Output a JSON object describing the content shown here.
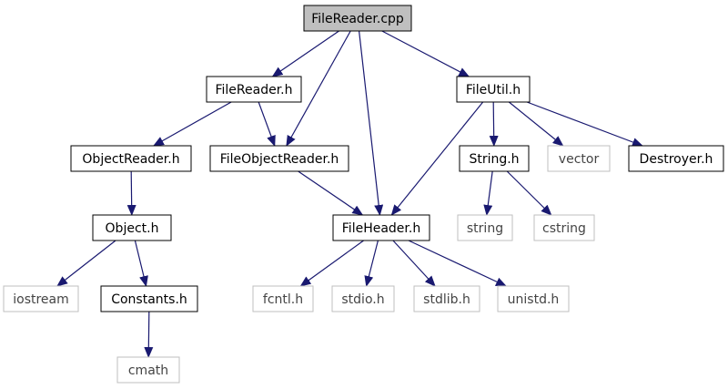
{
  "colors": {
    "edge": "#191970",
    "root_fill": "#bfbfbf",
    "local_border": "#000000",
    "system_border": "#bfbfbf",
    "node_fill": "#ffffff"
  },
  "nodes": [
    {
      "id": "filereader_cpp",
      "label": "FileReader.cpp",
      "kind": "root"
    },
    {
      "id": "filereader_h",
      "label": "FileReader.h",
      "kind": "local"
    },
    {
      "id": "fileutil_h",
      "label": "FileUtil.h",
      "kind": "local"
    },
    {
      "id": "objectreader_h",
      "label": "ObjectReader.h",
      "kind": "local"
    },
    {
      "id": "fileobjectreader_h",
      "label": "FileObjectReader.h",
      "kind": "local"
    },
    {
      "id": "string_h",
      "label": "String.h",
      "kind": "local"
    },
    {
      "id": "vector",
      "label": "vector",
      "kind": "system"
    },
    {
      "id": "destroyer_h",
      "label": "Destroyer.h",
      "kind": "local"
    },
    {
      "id": "object_h",
      "label": "Object.h",
      "kind": "local"
    },
    {
      "id": "fileheader_h",
      "label": "FileHeader.h",
      "kind": "local"
    },
    {
      "id": "string",
      "label": "string",
      "kind": "system"
    },
    {
      "id": "cstring",
      "label": "cstring",
      "kind": "system"
    },
    {
      "id": "iostream",
      "label": "iostream",
      "kind": "system"
    },
    {
      "id": "constants_h",
      "label": "Constants.h",
      "kind": "local"
    },
    {
      "id": "fcntl_h",
      "label": "fcntl.h",
      "kind": "system"
    },
    {
      "id": "stdio_h",
      "label": "stdio.h",
      "kind": "system"
    },
    {
      "id": "stdlib_h",
      "label": "stdlib.h",
      "kind": "system"
    },
    {
      "id": "unistd_h",
      "label": "unistd.h",
      "kind": "system"
    },
    {
      "id": "cmath",
      "label": "cmath",
      "kind": "system"
    }
  ],
  "edges": [
    {
      "from": "filereader_cpp",
      "to": "filereader_h"
    },
    {
      "from": "filereader_cpp",
      "to": "fileobjectreader_h"
    },
    {
      "from": "filereader_cpp",
      "to": "fileheader_h"
    },
    {
      "from": "filereader_cpp",
      "to": "fileutil_h"
    },
    {
      "from": "filereader_h",
      "to": "objectreader_h"
    },
    {
      "from": "filereader_h",
      "to": "fileobjectreader_h"
    },
    {
      "from": "fileobjectreader_h",
      "to": "fileheader_h"
    },
    {
      "from": "fileutil_h",
      "to": "fileheader_h"
    },
    {
      "from": "fileutil_h",
      "to": "string_h"
    },
    {
      "from": "fileutil_h",
      "to": "vector"
    },
    {
      "from": "fileutil_h",
      "to": "destroyer_h"
    },
    {
      "from": "objectreader_h",
      "to": "object_h"
    },
    {
      "from": "object_h",
      "to": "iostream"
    },
    {
      "from": "object_h",
      "to": "constants_h"
    },
    {
      "from": "constants_h",
      "to": "cmath"
    },
    {
      "from": "string_h",
      "to": "string"
    },
    {
      "from": "string_h",
      "to": "cstring"
    },
    {
      "from": "fileheader_h",
      "to": "fcntl_h"
    },
    {
      "from": "fileheader_h",
      "to": "stdio_h"
    },
    {
      "from": "fileheader_h",
      "to": "stdlib_h"
    },
    {
      "from": "fileheader_h",
      "to": "unistd_h"
    }
  ]
}
